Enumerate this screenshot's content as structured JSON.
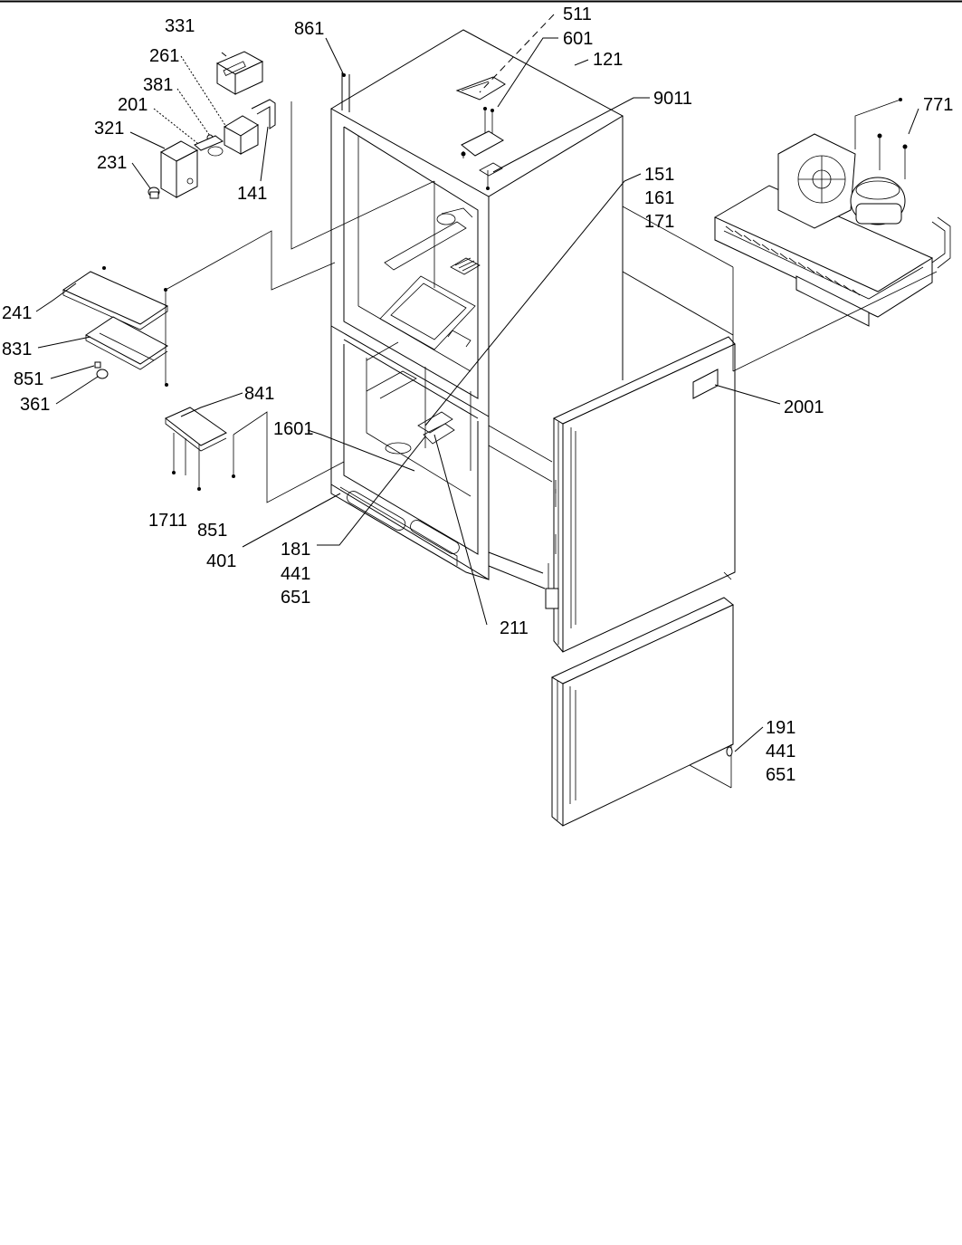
{
  "diagram": {
    "labels": {
      "p331": "331",
      "p861": "861",
      "p511": "511",
      "p601": "601",
      "p121": "121",
      "p261": "261",
      "p9011": "9011",
      "p771": "771",
      "p381": "381",
      "p201": "201",
      "p321": "321",
      "p231": "231",
      "p141": "141",
      "p151": "151",
      "p161": "161",
      "p171": "171",
      "p241": "241",
      "p831": "831",
      "p851a": "851",
      "p361": "361",
      "p841": "841",
      "p2001": "2001",
      "p1601": "1601",
      "p1711": "1711",
      "p851b": "851",
      "p401": "401",
      "p181": "181",
      "p441a": "441",
      "p651a": "651",
      "p211": "211",
      "p191": "191",
      "p441b": "441",
      "p651b": "651"
    }
  }
}
